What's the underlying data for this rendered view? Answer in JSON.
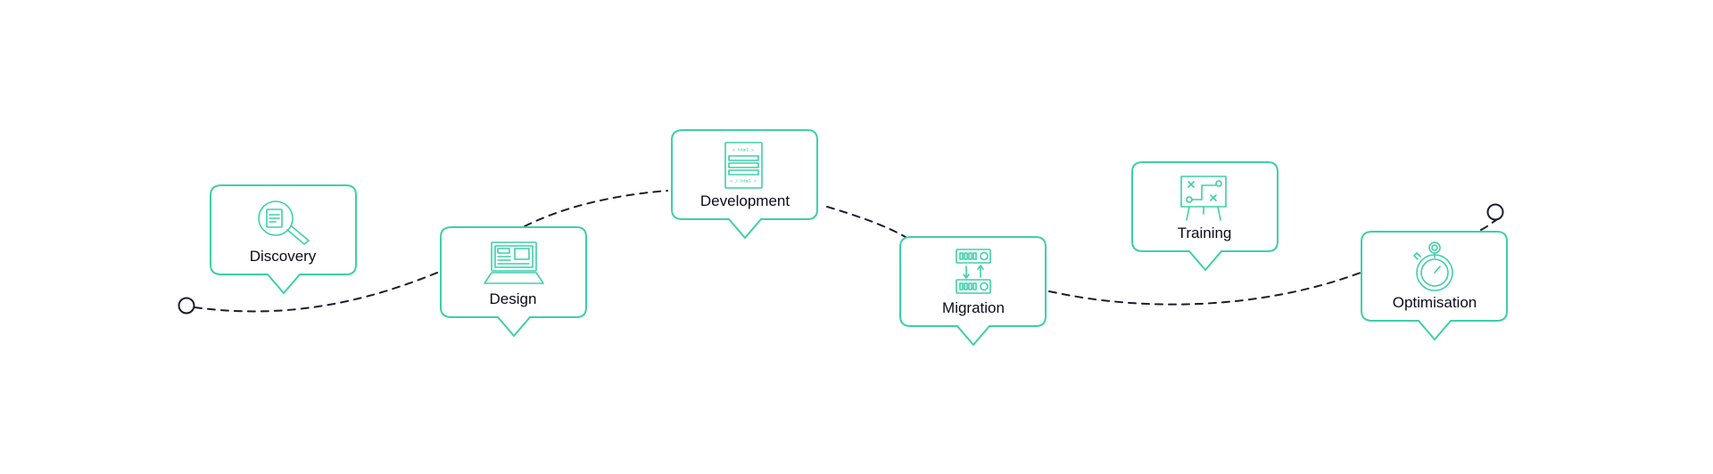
{
  "colors": {
    "accent": "#3ecfa8",
    "path": "#1c1c2e",
    "label": "#0b0b1a",
    "background": "#ffffff"
  },
  "steps": [
    {
      "label": "Discovery",
      "icon": "magnifier-document-icon"
    },
    {
      "label": "Design",
      "icon": "laptop-icon"
    },
    {
      "label": "Development",
      "icon": "html-file-icon"
    },
    {
      "label": "Migration",
      "icon": "server-transfer-icon"
    },
    {
      "label": "Training",
      "icon": "strategy-board-icon"
    },
    {
      "label": "Optimisation",
      "icon": "stopwatch-icon"
    }
  ],
  "icon_text": {
    "html_open": "< html >",
    "html_close": "< / html >"
  }
}
